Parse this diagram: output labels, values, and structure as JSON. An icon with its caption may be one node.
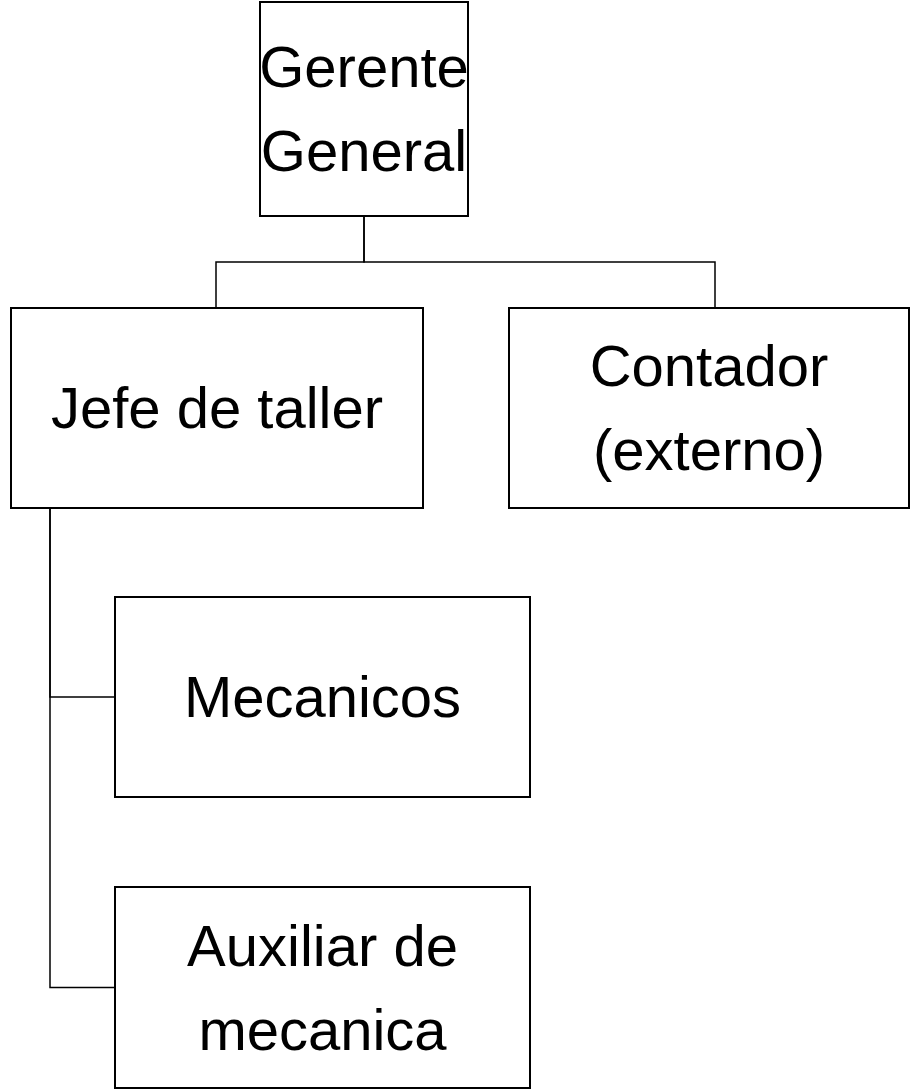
{
  "diagram": {
    "nodes": [
      {
        "text": [
          "Gerente General"
        ]
      },
      {
        "text": [
          "Jefe de taller"
        ]
      },
      {
        "text": [
          "Contador (externo)"
        ]
      },
      {
        "text": [
          "Mecanicos"
        ]
      },
      {
        "text": [
          "Auxiliar de mecanica"
        ]
      }
    ],
    "edges": [
      {
        "from": 0,
        "to": 1,
        "arrow": "none"
      },
      {
        "from": 0,
        "to": 2,
        "arrow": "none"
      },
      {
        "from": 1,
        "to": 3,
        "arrow": "none"
      },
      {
        "from": 1,
        "to": 4,
        "arrow": "none"
      }
    ]
  }
}
